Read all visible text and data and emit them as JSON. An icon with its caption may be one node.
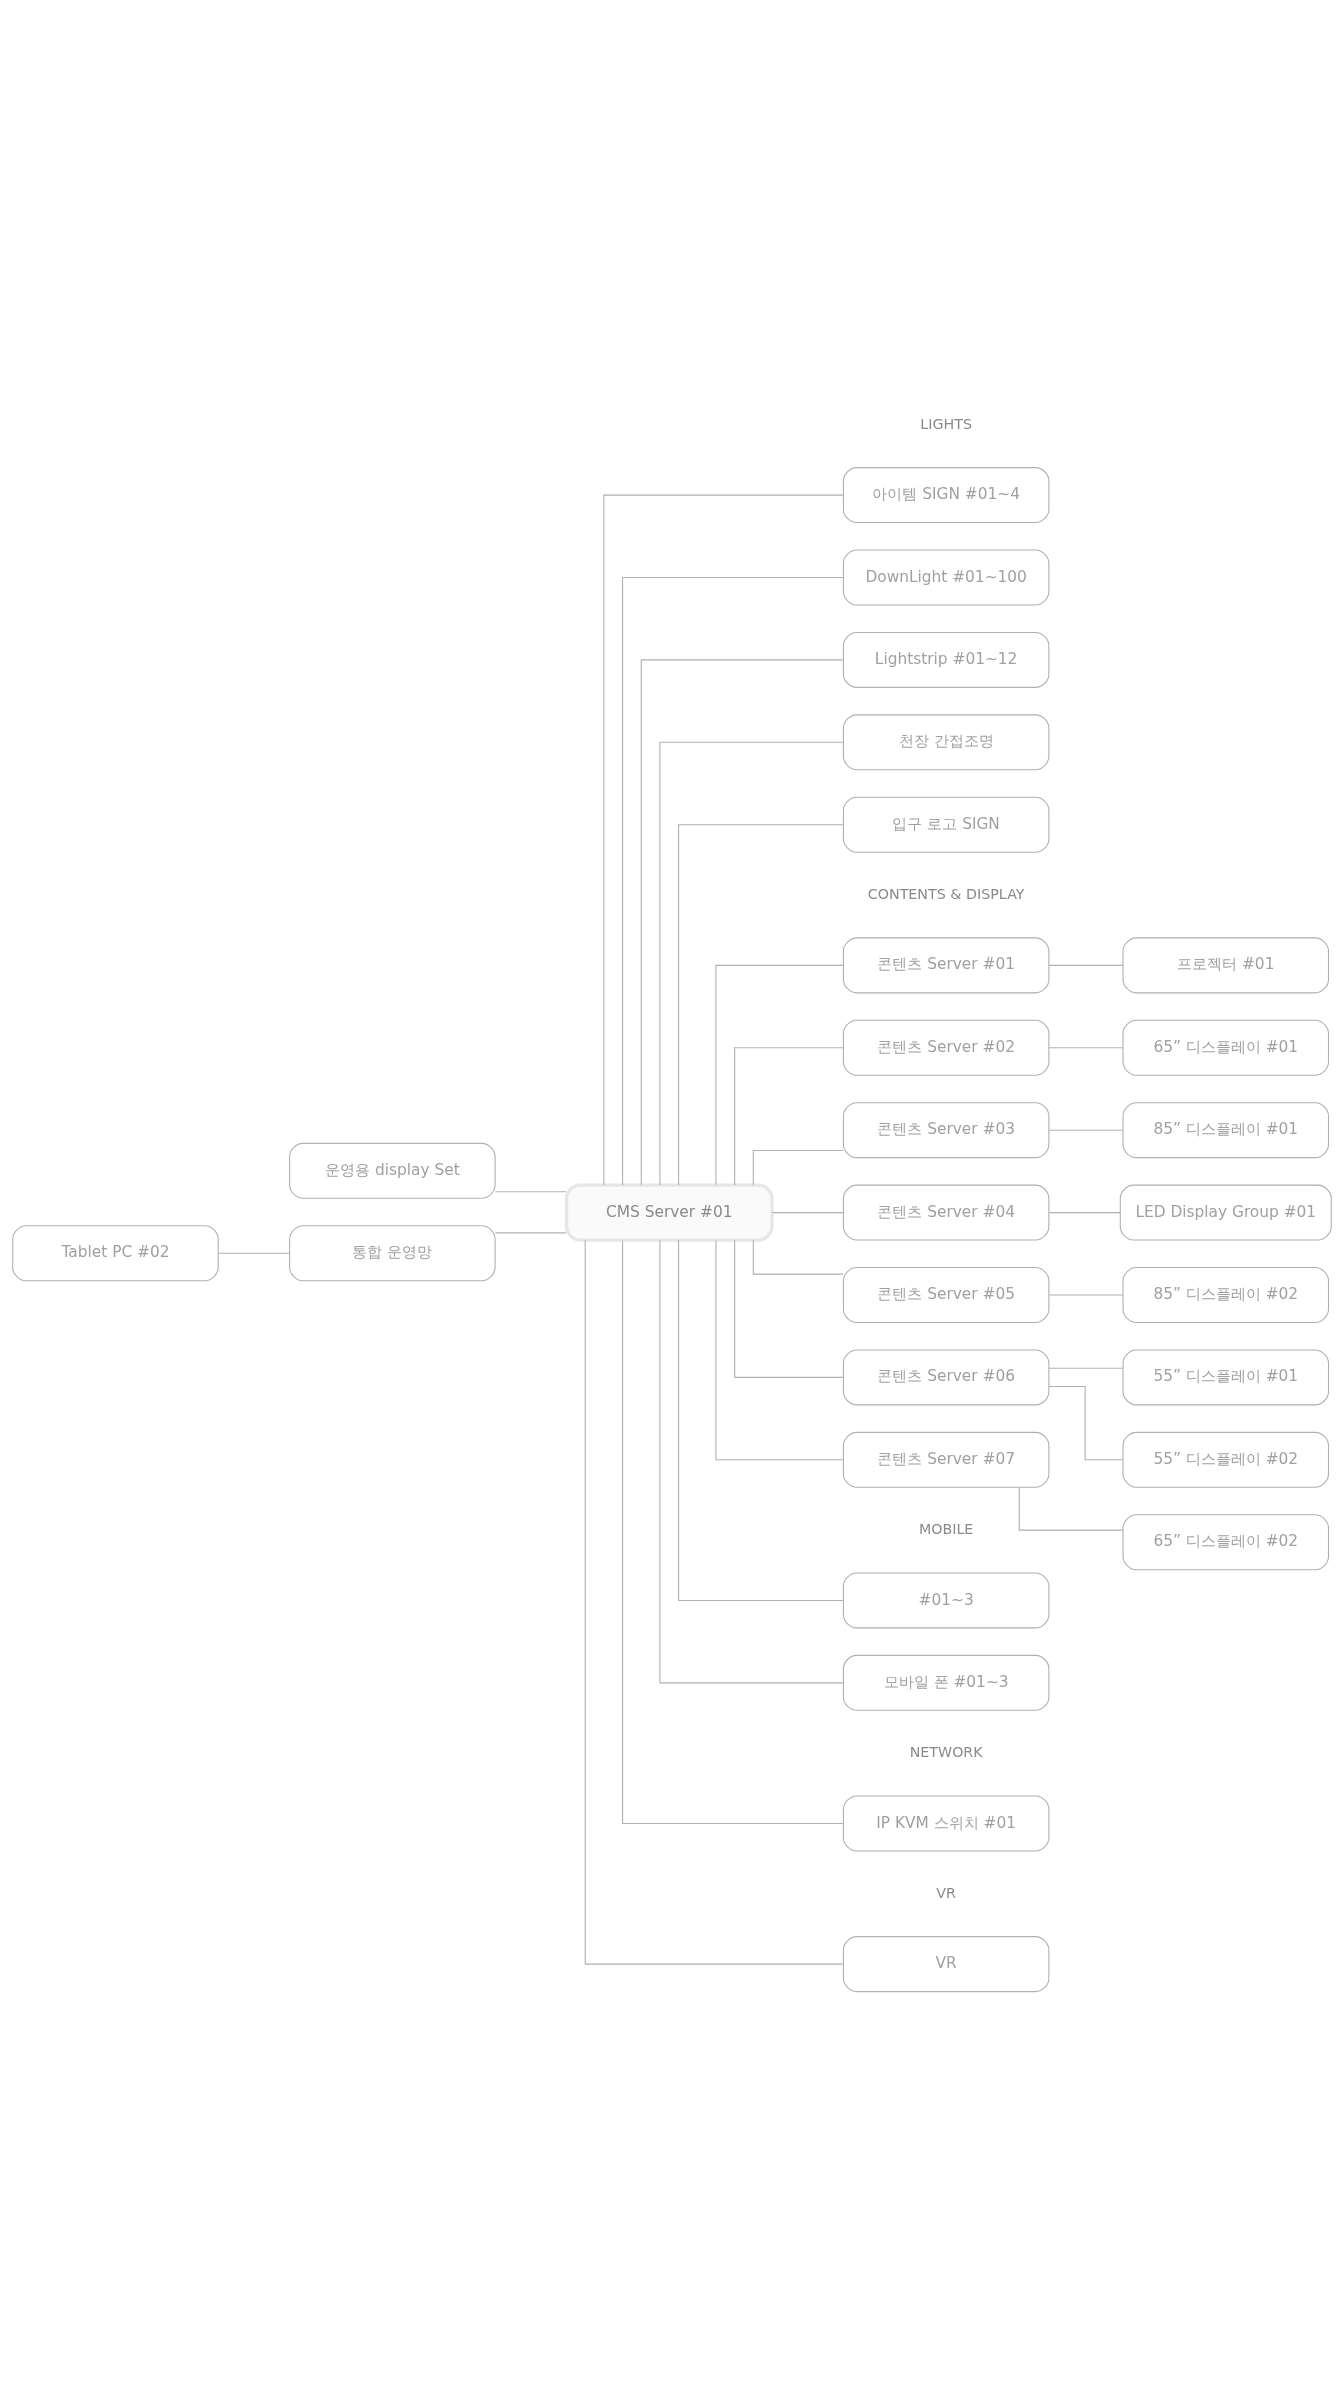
{
  "diagram": {
    "nodes": [
      {
        "text": [
          "운영용 display Set"
        ]
      },
      {
        "text": [
          "Tablet PC #02"
        ]
      },
      {
        "text": [
          "통합 운영망"
        ]
      },
      {
        "text": [
          "CMS Server #01"
        ]
      },
      {
        "text": [
          "아이템 SIGN #01~4"
        ]
      },
      {
        "text": [
          "DownLight #01~100"
        ]
      },
      {
        "text": [
          "Lightstrip #01~12"
        ]
      },
      {
        "text": [
          "천장 간접조명"
        ]
      },
      {
        "text": [
          "입구 로고 SIGN"
        ]
      },
      {
        "text": [
          "콘텐츠 Server #01"
        ]
      },
      {
        "text": [
          "프로젝터 #01"
        ]
      },
      {
        "text": [
          "콘텐츠 Server #02"
        ]
      },
      {
        "text": [
          "65” 디스플레이 #01"
        ]
      },
      {
        "text": [
          "콘텐츠 Server #03"
        ]
      },
      {
        "text": [
          "85” 디스플레이 #01"
        ]
      },
      {
        "text": [
          "콘텐츠 Server #04"
        ]
      },
      {
        "text": [
          "LED Display Group #01"
        ]
      },
      {
        "text": [
          "콘텐츠 Server #05"
        ]
      },
      {
        "text": [
          "85” 디스플레이 #02"
        ]
      },
      {
        "text": [
          "콘텐츠 Server #06"
        ]
      },
      {
        "text": [
          "55” 디스플레이 #01"
        ]
      },
      {
        "text": [
          "55” 디스플레이 #02"
        ]
      },
      {
        "text": [
          "콘텐츠 Server #07"
        ]
      },
      {
        "text": [
          "65” 디스플레이 #02"
        ]
      },
      {
        "text": [
          "#01~3"
        ]
      },
      {
        "text": [
          "모바일 폰 #01~3"
        ]
      },
      {
        "text": [
          "IP KVM 스위치 #01"
        ]
      },
      {
        "text": [
          "VR"
        ]
      }
    ],
    "edges": [
      {
        "from": 0,
        "to": 3,
        "arrow": "none"
      },
      {
        "from": 1,
        "to": 2,
        "arrow": "none"
      },
      {
        "from": 2,
        "to": 3,
        "arrow": "none"
      },
      {
        "from": 3,
        "to": 4,
        "arrow": "none"
      },
      {
        "from": 3,
        "to": 5,
        "arrow": "none"
      },
      {
        "from": 3,
        "to": 6,
        "arrow": "none"
      },
      {
        "from": 3,
        "to": 7,
        "arrow": "none"
      },
      {
        "from": 3,
        "to": 8,
        "arrow": "none"
      },
      {
        "from": 3,
        "to": 9,
        "arrow": "none"
      },
      {
        "from": 3,
        "to": 11,
        "arrow": "none"
      },
      {
        "from": 3,
        "to": 13,
        "arrow": "none"
      },
      {
        "from": 3,
        "to": 15,
        "arrow": "none"
      },
      {
        "from": 3,
        "to": 17,
        "arrow": "none"
      },
      {
        "from": 3,
        "to": 19,
        "arrow": "none"
      },
      {
        "from": 3,
        "to": 22,
        "arrow": "none"
      },
      {
        "from": 9,
        "to": 10,
        "arrow": "none"
      },
      {
        "from": 11,
        "to": 12,
        "arrow": "none"
      },
      {
        "from": 13,
        "to": 14,
        "arrow": "none"
      },
      {
        "from": 15,
        "to": 16,
        "arrow": "none"
      },
      {
        "from": 17,
        "to": 18,
        "arrow": "none"
      },
      {
        "from": 19,
        "to": 20,
        "arrow": "none"
      },
      {
        "from": 19,
        "to": 21,
        "arrow": "none"
      },
      {
        "from": 22,
        "to": 23,
        "arrow": "none"
      },
      {
        "from": 3,
        "to": 24,
        "arrow": "none"
      },
      {
        "from": 3,
        "to": 25,
        "arrow": "none"
      },
      {
        "from": 3,
        "to": 26,
        "arrow": "none"
      },
      {
        "from": 3,
        "to": 27,
        "arrow": "none"
      }
    ],
    "labels": [
      "LIGHTS",
      "CONTENTS & DISPLAY",
      "MOBILE",
      "NETWORK",
      "VR"
    ]
  }
}
